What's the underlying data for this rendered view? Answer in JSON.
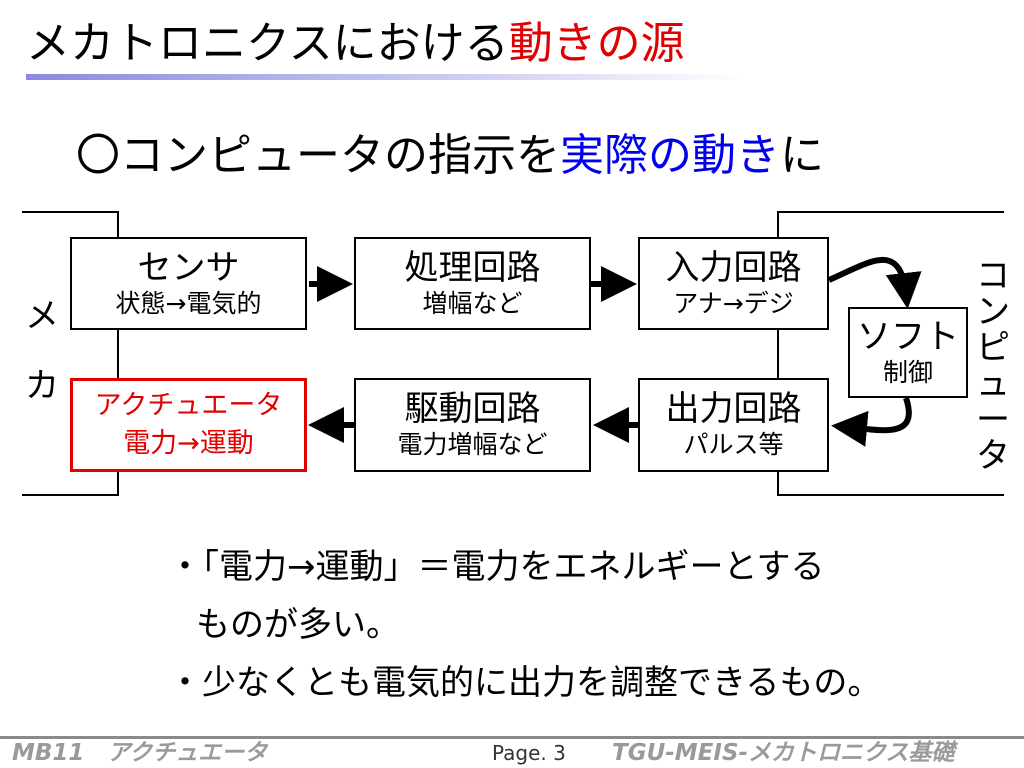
{
  "slide": {
    "title_prefix": "メカトロニクスにおける",
    "title_accent": "動きの源",
    "subtitle_prefix": "〇コンピュータの指示を",
    "subtitle_accent": "実際の動き",
    "subtitle_suffix": "に"
  },
  "diagram": {
    "left_label": [
      "メ",
      "カ"
    ],
    "right_label": [
      "コ",
      "ン",
      "ピ",
      "ュ",
      "ー",
      "タ"
    ],
    "boxes": {
      "sensor": {
        "title": "センサ",
        "sub": "状態→電気的"
      },
      "processing": {
        "title": "処理回路",
        "sub": "増幅など"
      },
      "input": {
        "title": "入力回路",
        "sub": "アナ→デジ"
      },
      "software": {
        "title": "ソフト",
        "sub": "制御"
      },
      "output": {
        "title": "出力回路",
        "sub": "パルス等"
      },
      "drive": {
        "title": "駆動回路",
        "sub": "電力増幅など"
      },
      "actuator": {
        "title": "アクチュエータ",
        "sub": "電力→運動"
      }
    },
    "colors": {
      "highlight": "#e00000",
      "accent_blue": "#0000ee"
    }
  },
  "bullets": {
    "b1_line1": "・「電力→運動」＝電力をエネルギーとする",
    "b1_line2": "ものが多い。",
    "b2": "・少なくとも電気的に出力を調整できるもの。"
  },
  "footer": {
    "left": "MB11　アクチュエータ",
    "page": "Page. 3",
    "right": "TGU-MEIS-メカトロニクス基礎"
  }
}
